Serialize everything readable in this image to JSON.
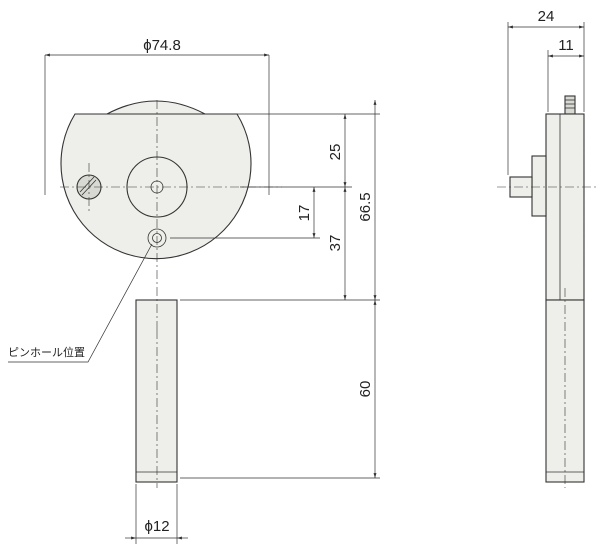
{
  "dimensions": {
    "diameter_disc": "ϕ74.8",
    "width_total": "24",
    "width_plate": "11",
    "height_upper": "25",
    "height_offset": "17",
    "height_disc": "66.5",
    "height_lower": "37",
    "rod_length": "60",
    "rod_diameter": "ϕ12"
  },
  "notes": {
    "pinhole_position": "ピンホール位置"
  },
  "colors": {
    "line": "#333333",
    "part_fill": "#eeeeea"
  }
}
